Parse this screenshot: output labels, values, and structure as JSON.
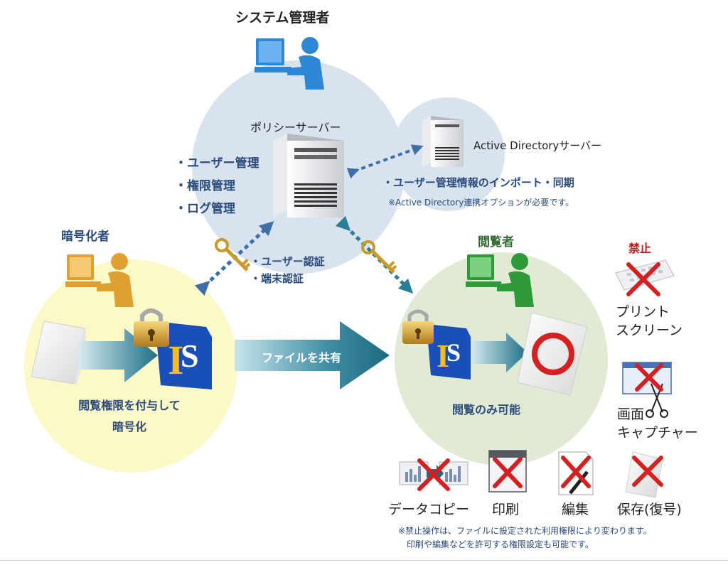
{
  "admin": {
    "title": "システム管理者"
  },
  "policy_server": {
    "title": "ポリシーサーバー",
    "functions": [
      "・ユーザー管理",
      "・権限管理",
      "・ログ管理"
    ]
  },
  "ad_server": {
    "title": "Active Directoryサーバー",
    "sync": "・ユーザー管理情報のインポート・同期",
    "note": "※Active Directory連携オプションが必要です。"
  },
  "auth": {
    "items": [
      "・ユーザー認証",
      "・端末認証"
    ]
  },
  "encryptor": {
    "title": "暗号化者",
    "caption_line1": "閲覧権限を付与して",
    "caption_line2": "暗号化"
  },
  "share_arrow": {
    "label": "ファイルを共有"
  },
  "viewer": {
    "title": "閲覧者",
    "caption": "閲覧のみ可能"
  },
  "prohibited": {
    "header": "禁止",
    "items": {
      "print_screen": [
        "プリント",
        "スクリーン"
      ],
      "screen_capture": [
        "画面",
        "キャプチャー"
      ],
      "data_copy": "データコピー",
      "print": "印刷",
      "edit": "編集",
      "save": "保存(復号)"
    }
  },
  "footnote": {
    "line1": "※禁止操作は、ファイルに設定された利用権限により変わります。",
    "line2": "印刷や編集などを許可する権限設定も可能です。"
  },
  "colors": {
    "server_circle": "#d8e3ef",
    "encryptor_circle": "#fbf9c7",
    "viewer_circle": "#e1ead3",
    "admin_person": "#2e86d6",
    "encryptor_person": "#e0a030",
    "viewer_person": "#2e9a3a",
    "prohibit_x": "#d42020",
    "arrow_teal": "#2a7f94",
    "dotted_arrow": "#3f6fa8"
  }
}
